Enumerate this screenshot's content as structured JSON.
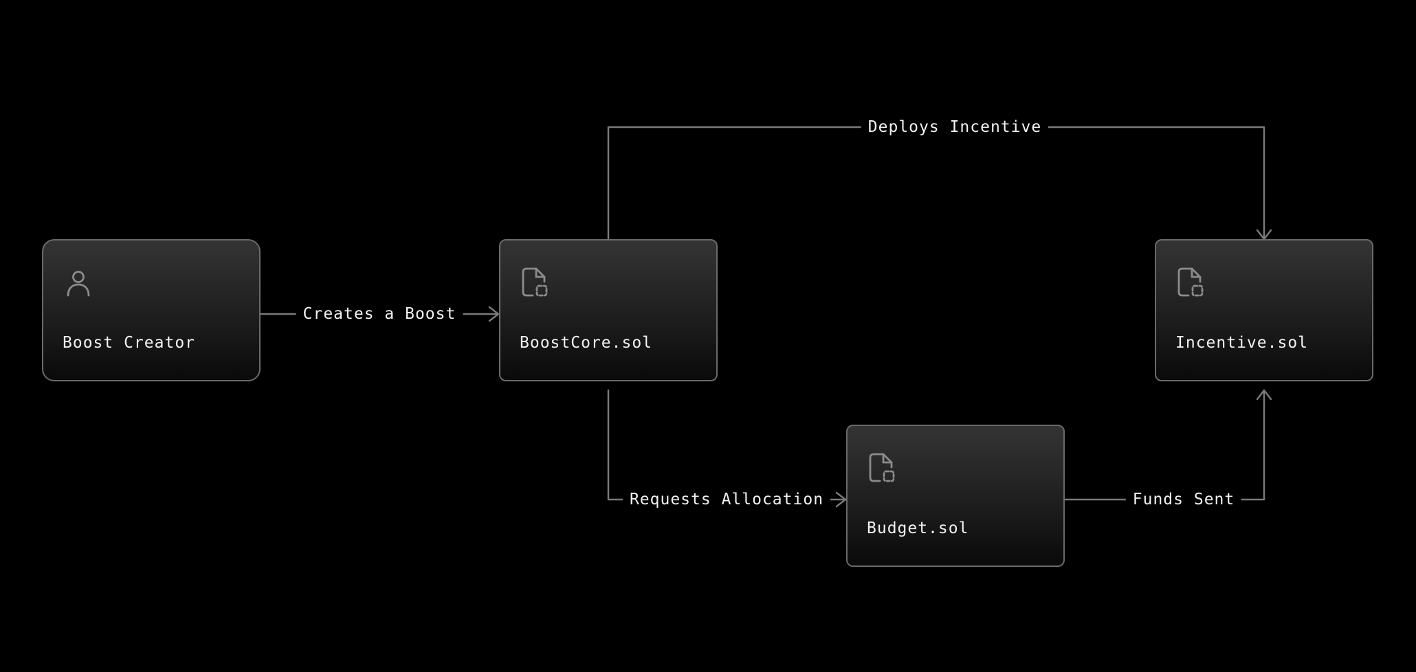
{
  "colors": {
    "background": "#000000",
    "node_border": "#6a6a6a",
    "connector": "#7a7a7a",
    "text": "#f2f2f2",
    "icon": "#8c8c8c"
  },
  "nodes": {
    "creator": {
      "label": "Boost Creator",
      "icon": "user-icon"
    },
    "core": {
      "label": "BoostCore.sol",
      "icon": "file-contract-icon"
    },
    "incentive": {
      "label": "Incentive.sol",
      "icon": "file-contract-icon"
    },
    "budget": {
      "label": "Budget.sol",
      "icon": "file-contract-icon"
    }
  },
  "edges": {
    "creates": {
      "label": "Creates a Boost"
    },
    "deploys": {
      "label": "Deploys Incentive"
    },
    "requests": {
      "label": "Requests Allocation"
    },
    "funds": {
      "label": "Funds Sent"
    }
  }
}
